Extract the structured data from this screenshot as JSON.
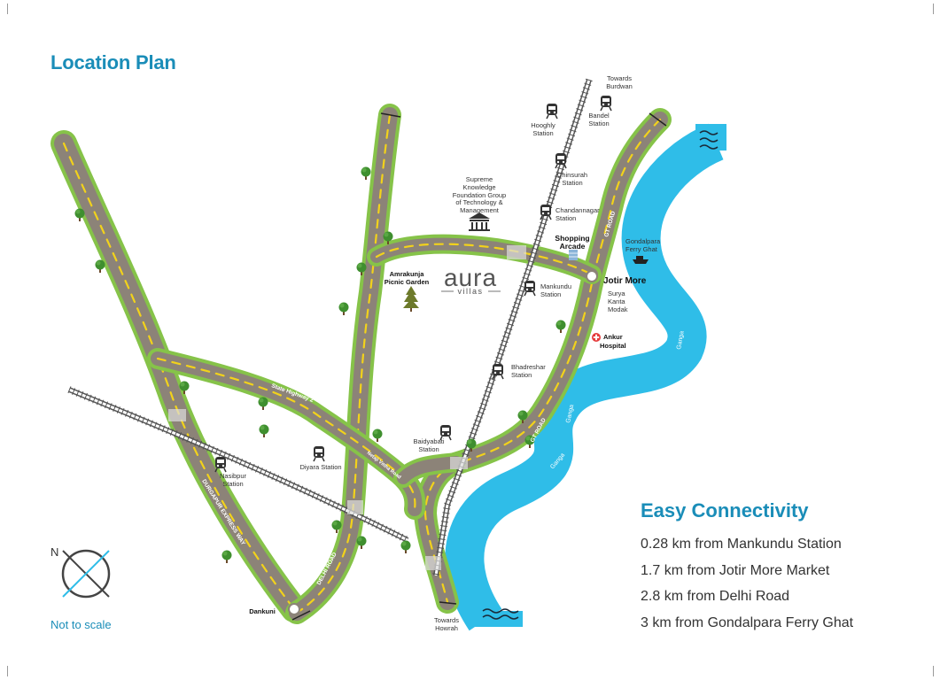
{
  "title": "Location Plan",
  "brand": {
    "logo_text": "aura",
    "logo_sub": "villas"
  },
  "places": {
    "towards_burdwan": [
      "Towards",
      "Burdwan"
    ],
    "bandel_station": [
      "Bandel",
      "Station"
    ],
    "hooghly_station": [
      "Hooghly",
      "Station"
    ],
    "chinsurah_station": [
      "Chinsurah",
      "Station"
    ],
    "supreme_knowledge": [
      "Supreme",
      "Knowledge",
      "Foundation Group",
      "of Technology &",
      "Management"
    ],
    "chandannagar_station": [
      "Chandannagar",
      "Station"
    ],
    "shopping_arcade": [
      "Shopping",
      "Arcade"
    ],
    "gondalpara_ferry": [
      "Gondalpara",
      "Ferry Ghat"
    ],
    "jotir_more": "Jotir More",
    "surya_kanta_modak": [
      "Surya",
      "Kanta",
      "Modak"
    ],
    "mankundu_station": [
      "Mankundu",
      "Station"
    ],
    "amrakunja": [
      "Amrakunja",
      "Picnic Garden"
    ],
    "ankur_hospital": [
      "Ankur",
      "Hospital"
    ],
    "bhadreshar_station": [
      "Bhadreshar",
      "Station"
    ],
    "baidyabati_station": [
      "Baidyabati",
      "Station"
    ],
    "diyara_station": "Diyara Station",
    "nasibpur_station": [
      "Nasibpur",
      "Station"
    ],
    "dankuni": "Dankuni",
    "towards_howrah": [
      "Towards",
      "Howrah"
    ]
  },
  "roads": {
    "gt_road": "GT ROAD",
    "state_highway": "State Highway 2",
    "netaji_road": "Netaji Vittha Road",
    "durgapur_expressway": "DURGAPUR EXPRESS WAY",
    "delhi_road": "DELHI ROAD"
  },
  "river": {
    "name": "Ganga"
  },
  "compass": {
    "north": "N"
  },
  "scale_note": "Not to scale",
  "connectivity": {
    "title": "Easy Connectivity",
    "items": [
      "0.28 km from Mankundu Station",
      "1.7 km from Jotir More Market",
      "2.8 km from Delhi Road",
      "3 km from Gondalpara Ferry Ghat"
    ]
  },
  "colors": {
    "accent": "#1a8db8",
    "road": "#8c8378",
    "road_edge": "#86c349",
    "road_dash": "#f2d21b",
    "river": "#2fbde8",
    "tree": "#3f8f2f"
  }
}
